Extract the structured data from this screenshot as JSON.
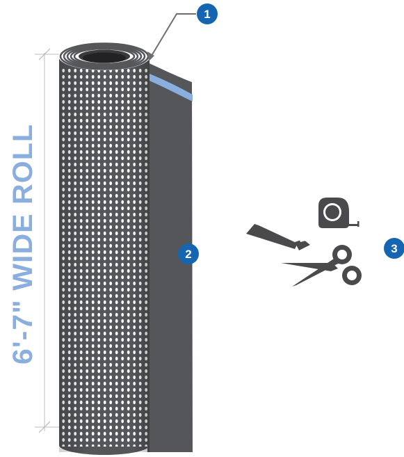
{
  "dimension_label": "6'-7\" WIDE ROLL",
  "callouts": [
    "1",
    "2",
    "3"
  ],
  "colors": {
    "accent_blue": "#8aaede",
    "badge_blue": "#1565b0",
    "roll_dark": "#555659",
    "perforation": "#ffffff",
    "tool_gray": "#4a4a4c",
    "dimension_line": "#c9c9c9"
  },
  "icons": [
    "utility-knife-icon",
    "tape-measure-icon",
    "scissors-icon"
  ]
}
